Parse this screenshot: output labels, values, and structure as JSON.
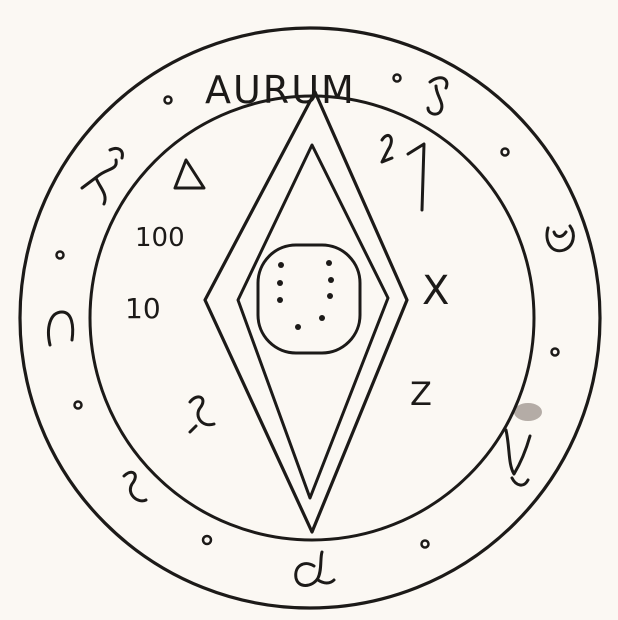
{
  "seal": {
    "title": "AURUM",
    "numbers": {
      "top": "100",
      "bottom": "10"
    },
    "letters": {
      "x": "X",
      "z": "Z"
    },
    "ink_color": "#1c1a18",
    "paper_color": "#fbf8f3"
  }
}
